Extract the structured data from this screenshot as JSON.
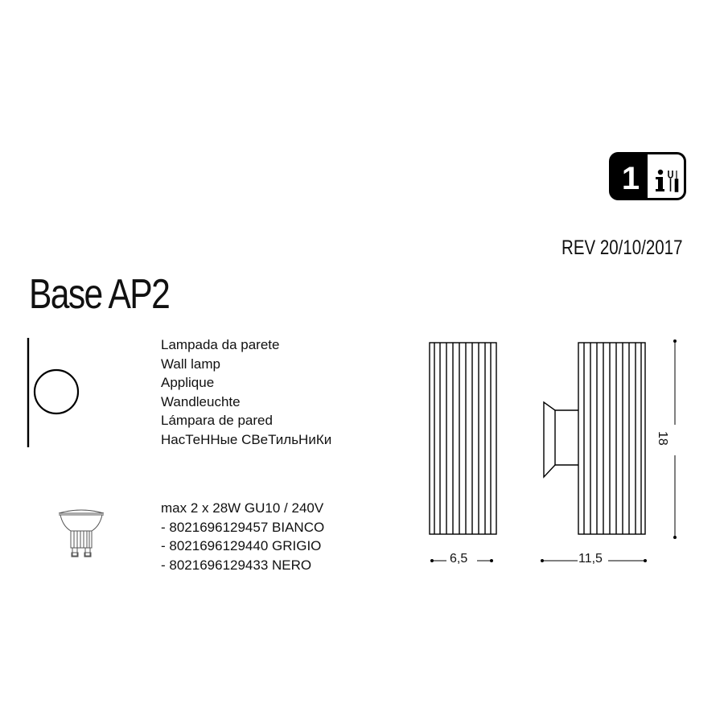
{
  "header": {
    "product_name": "Base AP2",
    "revision": "REV 20/10/2017",
    "instruction_badge": {
      "number": "1",
      "icons": [
        "info-icon",
        "tools-icon"
      ]
    }
  },
  "description": {
    "lines": [
      "Lampada da parete",
      "Wall lamp",
      "Applique",
      "Wandleuchte",
      "Lámpara de pared",
      "НасТеННые СВеТильНиКи"
    ]
  },
  "specs": {
    "power": "max 2 x 28W GU10 / 240V",
    "variants": [
      "- 8021696129457 BIANCO",
      "- 8021696129440 GRIGIO",
      "- 8021696129433 NERO"
    ]
  },
  "dimensions": {
    "front_width": "6,5",
    "side_depth": "11,5",
    "height": "18"
  }
}
